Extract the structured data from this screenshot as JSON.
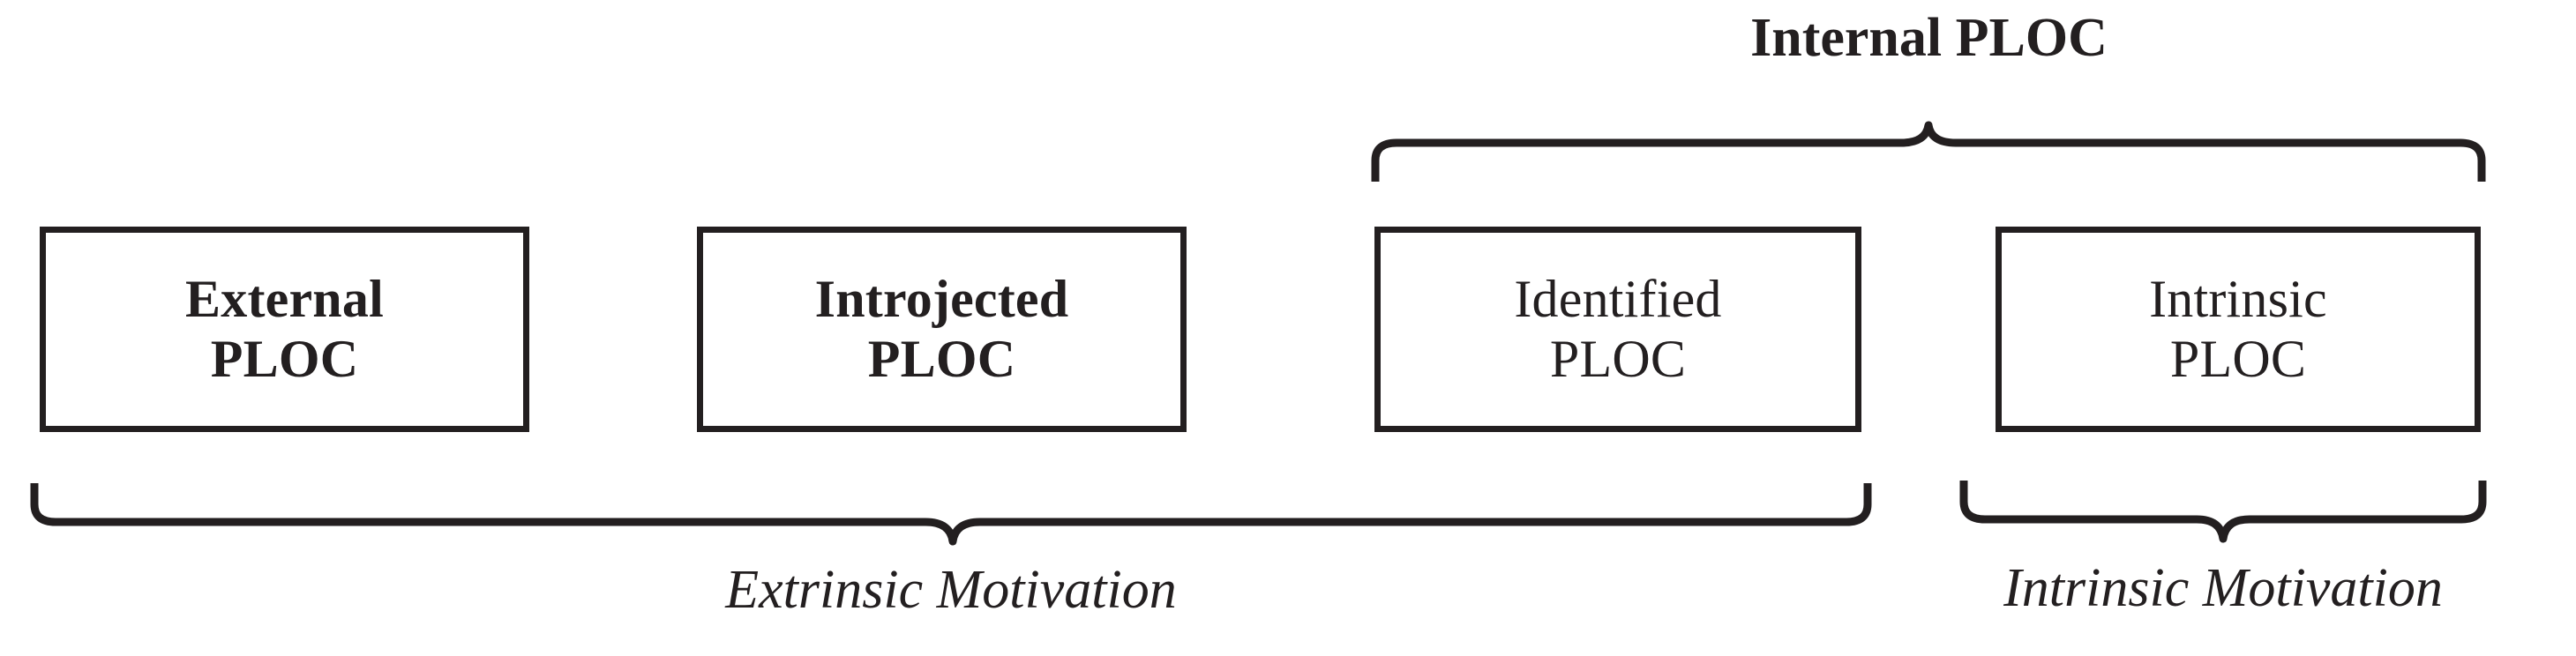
{
  "diagram": {
    "type": "self-determination-continuum",
    "stroke_color": "#231f20",
    "background_color": "#ffffff",
    "boxes": [
      {
        "id": "external",
        "line1": "External",
        "line2": "PLOC",
        "weight": "bold"
      },
      {
        "id": "introjected",
        "line1": "Introjected",
        "line2": "PLOC",
        "weight": "bold"
      },
      {
        "id": "identified",
        "line1": "Identified",
        "line2": "PLOC",
        "weight": "regular"
      },
      {
        "id": "intrinsic",
        "line1": "Intrinsic",
        "line2": "PLOC",
        "weight": "regular"
      }
    ],
    "groups": {
      "internal_ploc": {
        "label": "Internal PLOC",
        "spans": [
          "identified",
          "intrinsic"
        ]
      },
      "extrinsic_motivation": {
        "label": "Extrinsic Motivation",
        "spans": [
          "external",
          "introjected",
          "identified"
        ]
      },
      "intrinsic_motivation": {
        "label": "Intrinsic Motivation",
        "spans": [
          "intrinsic"
        ]
      }
    }
  }
}
